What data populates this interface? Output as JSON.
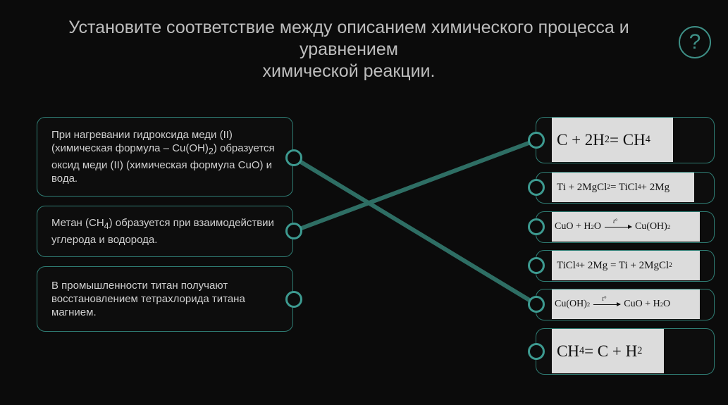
{
  "title_lines": [
    "Установите соответствие между описанием химического процесса и",
    "уравнением",
    "химической реакции."
  ],
  "help_label": "?",
  "left_items": [
    {
      "parts": [
        "При нагревании гидроксида меди (II) (химическая формула – Cu(OH)",
        "2",
        ") образуется оксид меди (II) (химическая формула CuO) и вода."
      ]
    },
    {
      "parts": [
        "Метан (CH",
        "4",
        ") образуется при взаимодействии углерода и водорода."
      ]
    },
    {
      "parts": [
        "В промышленности титан получают восстановлением тетрахлорида титана магнием."
      ]
    }
  ],
  "right_items": [
    {
      "t": [
        "C + 2H",
        "2",
        " = CH",
        "4"
      ]
    },
    {
      "t": [
        "Ti + 2MgCl",
        "2",
        " = TiCl",
        "4",
        "+ 2Mg"
      ]
    },
    {
      "t": [
        "CuO + H",
        "2",
        "O"
      ],
      "arrow": "t°",
      "t2": [
        "Cu(OH)",
        "2"
      ]
    },
    {
      "t": [
        "TiCl",
        "4",
        "+ 2Mg = Ti + 2MgCl",
        "2"
      ]
    },
    {
      "t": [
        "Cu(OH)",
        "2"
      ],
      "arrow": "t°",
      "t2": [
        "CuO + H",
        "2",
        "O"
      ]
    },
    {
      "t": [
        "CH",
        "4",
        " = C + H",
        "2"
      ]
    }
  ],
  "connections": [
    {
      "from": 0,
      "to": 4
    },
    {
      "from": 1,
      "to": 0
    }
  ],
  "colors": {
    "accent": "#3e8f86",
    "line": "#2e6e64"
  }
}
